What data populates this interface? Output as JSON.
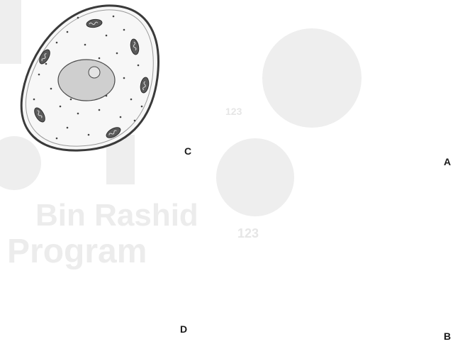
{
  "labels": {
    "c": "C",
    "a": "A",
    "d": "D",
    "b": "B"
  },
  "watermark": {
    "line1": "Bin Rashid",
    "line2": "Program",
    "digits": "123"
  },
  "colors": {
    "outline": "#3a3a3a",
    "wall": "#d4d4d4",
    "cytoplasm": "#f7f7f7",
    "nucleus": "#cfcfcf",
    "nucleolus": "#e4e4e4",
    "organelle": "#5a5a5a",
    "watermark": "#eeeeee"
  }
}
